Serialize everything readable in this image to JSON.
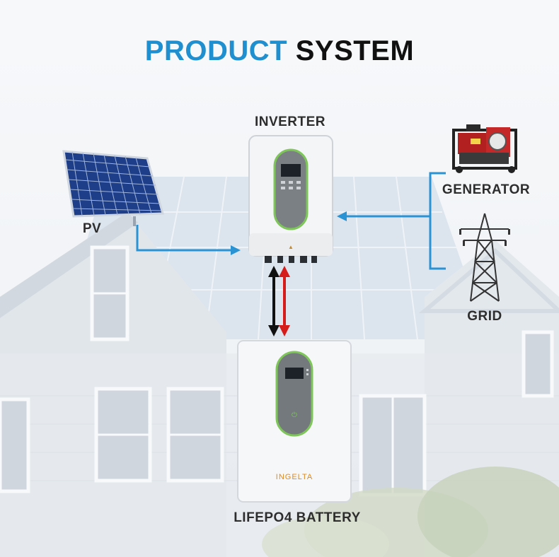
{
  "title": {
    "part1": "PRODUCT",
    "part2": "SYSTEM"
  },
  "colors": {
    "title_accent": "#1f8fd0",
    "title_dark": "#111111",
    "flow_arrow": "#2a93d4",
    "battery_arrow_dark": "#111111",
    "battery_arrow_red": "#d61b1b",
    "device_green": "#7fc65a"
  },
  "nodes": {
    "inverter": {
      "label": "INVERTER"
    },
    "pv": {
      "label": "PV"
    },
    "generator": {
      "label": "GENERATOR"
    },
    "grid": {
      "label": "GRID"
    },
    "battery": {
      "label": "LIFEPO4 BATTERY"
    }
  },
  "brand": {
    "logo_text": "INGELTA"
  },
  "icons": [
    "solar-panel-icon",
    "inverter-icon",
    "generator-icon",
    "power-tower-icon",
    "battery-icon"
  ]
}
